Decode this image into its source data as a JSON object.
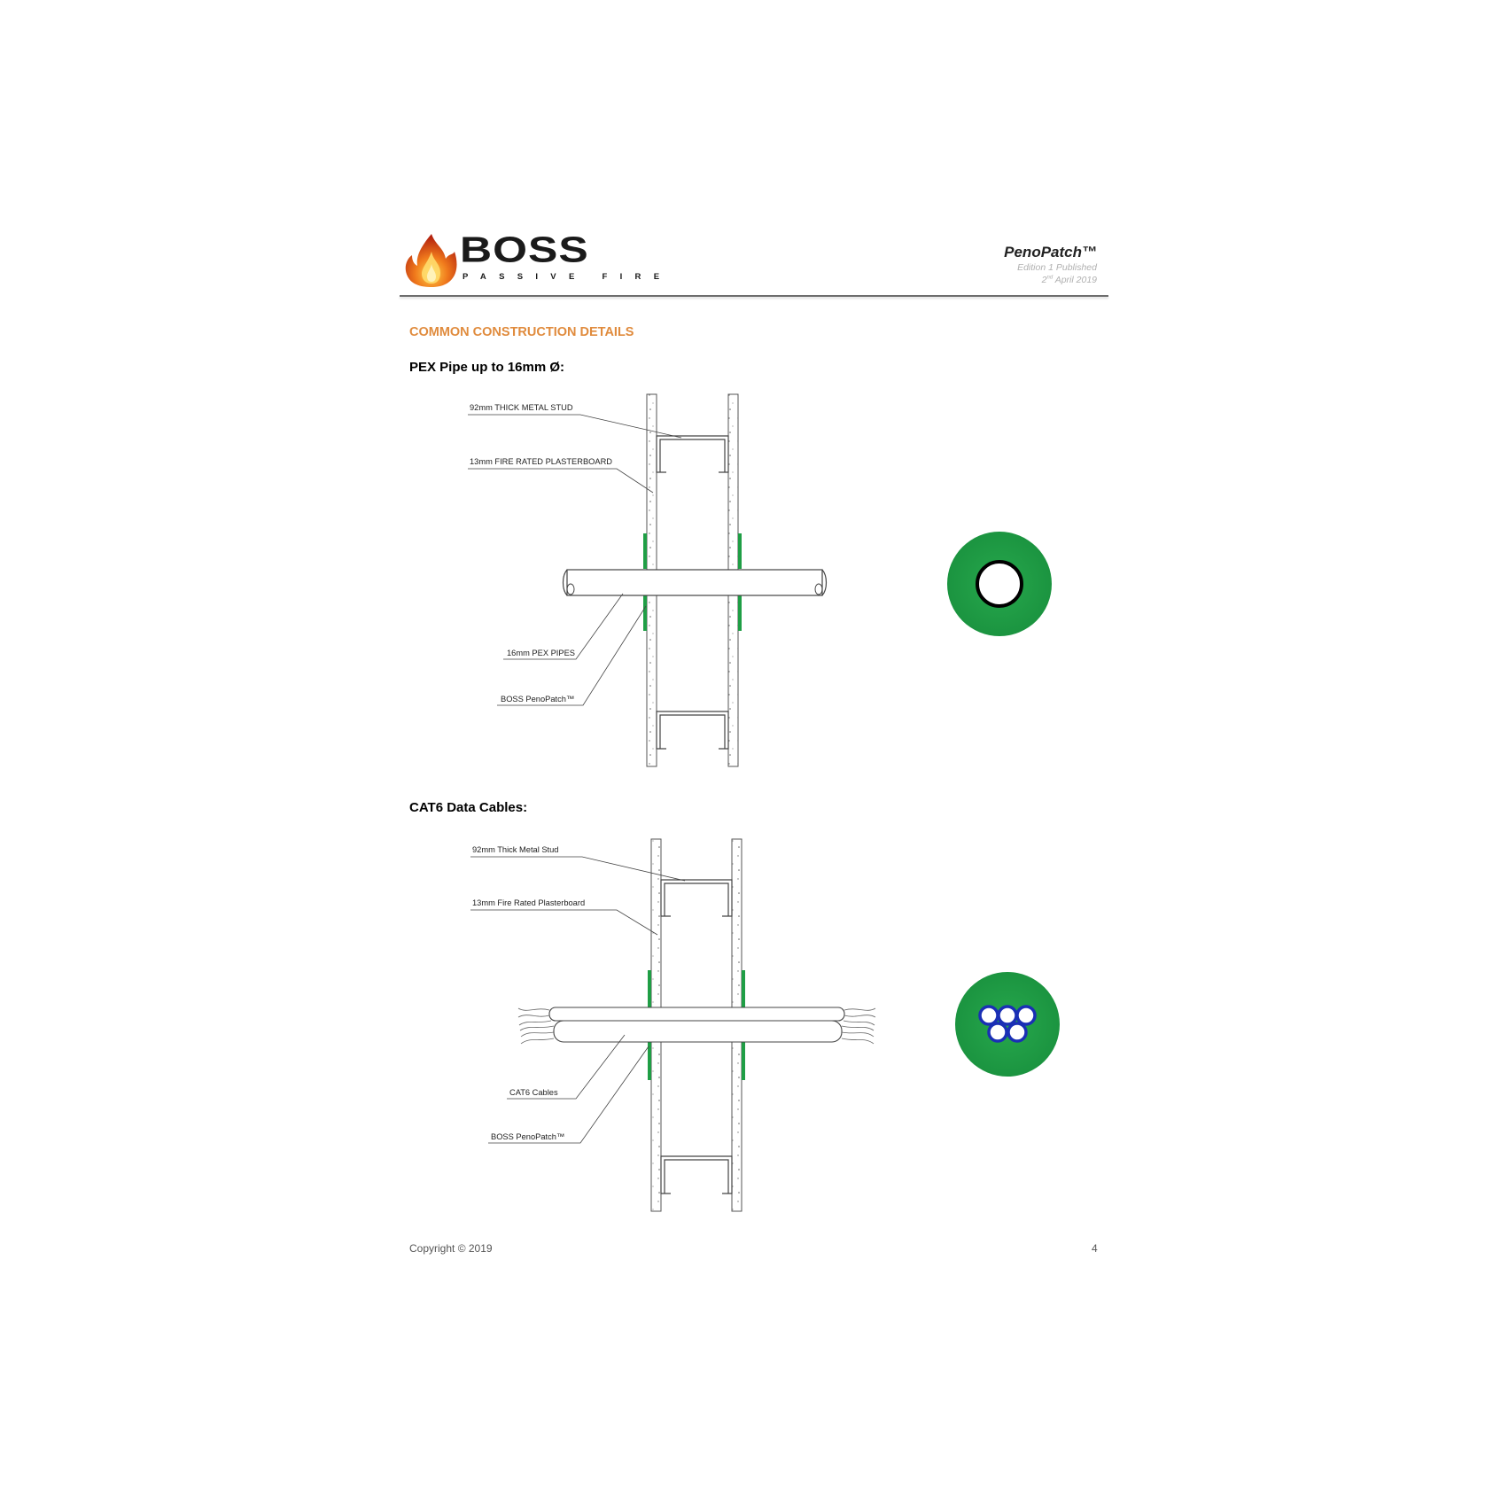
{
  "header": {
    "logo_text": "BOSS",
    "logo_subtext": "PASSIVE FIRE",
    "doc_title": "PenoPatch™",
    "edition": "Edition 1 Published",
    "date_day": "2",
    "date_suffix": "nd",
    "date_rest": " April 2019"
  },
  "section": {
    "heading": "COMMON CONSTRUCTION DETAILS"
  },
  "detail1": {
    "title": "PEX Pipe up to 16mm Ø:",
    "labels": {
      "stud": "92mm THICK METAL STUD",
      "plasterboard": "13mm FIRE RATED PLASTERBOARD",
      "pipes": "16mm PEX PIPES",
      "penopatch": "BOSS PenoPatch™"
    }
  },
  "detail2": {
    "title": "CAT6 Data Cables:",
    "labels": {
      "stud": "92mm Thick Metal Stud",
      "plasterboard": "13mm Fire Rated Plasterboard",
      "cables": "CAT6 Cables",
      "penopatch": "BOSS PenoPatch™"
    }
  },
  "colors": {
    "accent_orange": "#e08b3d",
    "patch_green": "#1f9e45",
    "cable_blue": "#1a2fb5"
  },
  "footer": {
    "copyright": "Copyright © 2019",
    "page_number": "4"
  }
}
